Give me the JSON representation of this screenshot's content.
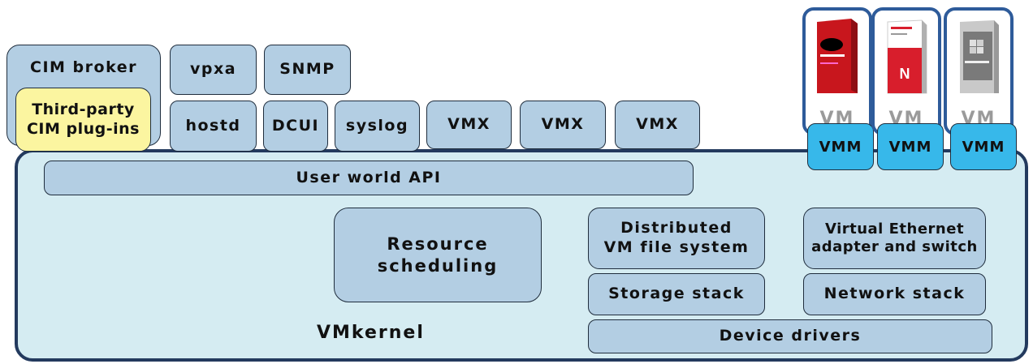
{
  "top_components": {
    "cim_broker": "CIM broker",
    "cim_plugins_line1": "Third-party",
    "cim_plugins_line2": "CIM plug-ins",
    "vpxa": "vpxa",
    "snmp": "SNMP",
    "hostd": "hostd",
    "dcui": "DCUI",
    "syslog": "syslog",
    "vmx_1": "VMX",
    "vmx_2": "VMX",
    "vmx_3": "VMX"
  },
  "virtual_machines": [
    {
      "label": "VM",
      "monitor": "VMM",
      "product_color": "#c8161d",
      "product_mark": "redhat"
    },
    {
      "label": "VM",
      "monitor": "VMM",
      "product_color": "#d81e2c",
      "product_mark": "N"
    },
    {
      "label": "VM",
      "monitor": "VMM",
      "product_color": "#8a8a8a",
      "product_mark": ""
    }
  ],
  "vmkernel": {
    "label": "VMkernel",
    "user_world_api": "User world API",
    "resource_scheduling_line1": "Resource",
    "resource_scheduling_line2": "scheduling",
    "dvfs_line1": "Distributed",
    "dvfs_line2": "VM file system",
    "storage_stack": "Storage stack",
    "veth_line1": "Virtual Ethernet",
    "veth_line2": "adapter and switch",
    "network_stack": "Network stack",
    "device_drivers": "Device drivers"
  }
}
